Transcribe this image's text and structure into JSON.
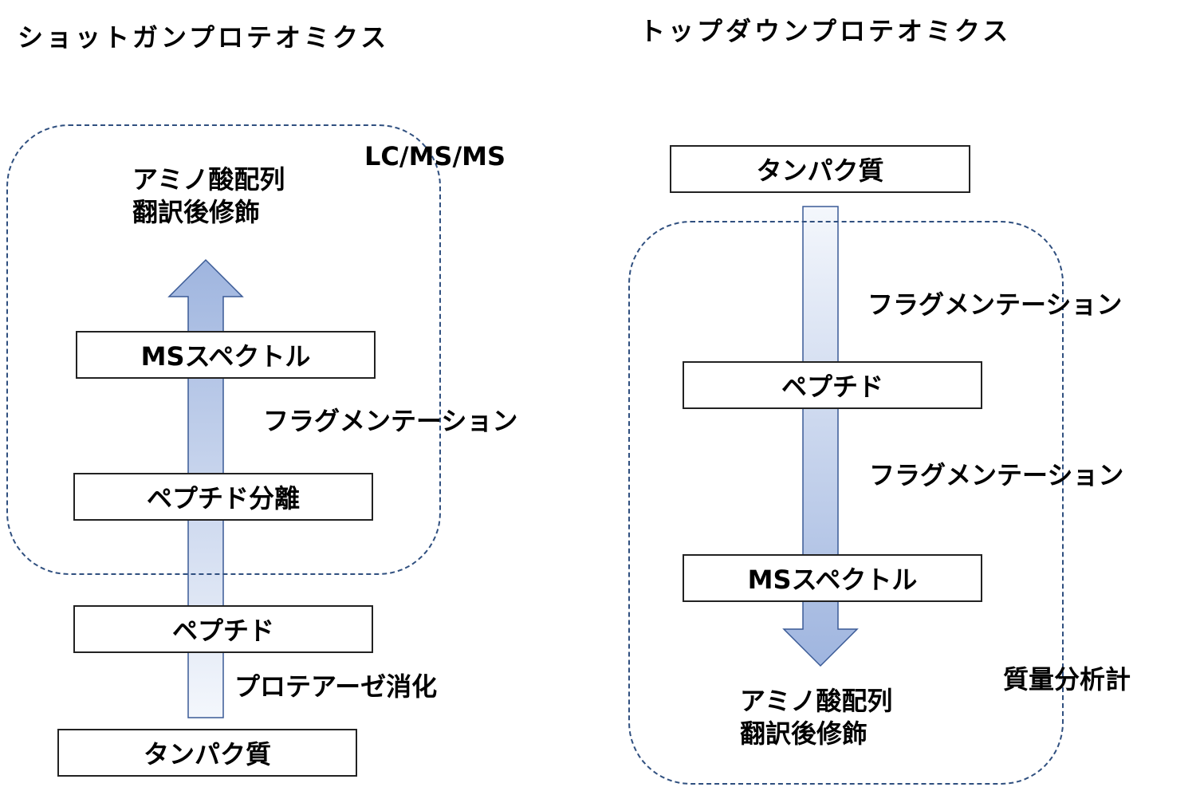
{
  "left_panel": {
    "title": "ショットガンプロテオミクス",
    "region_label": "LC/MS/MS",
    "result": {
      "line1": "アミノ酸配列",
      "line2": "翻訳後修飾"
    },
    "boxes": {
      "ms_spectrum": "MSスペクトル",
      "peptide_separation": "ペプチド分離",
      "peptide": "ペプチド",
      "protein": "タンパク質"
    },
    "steps": {
      "fragmentation": "フラグメンテーション",
      "protease_digestion": "プロテアーゼ消化"
    }
  },
  "right_panel": {
    "title": "トップダウンプロテオミクス",
    "region_label": "質量分析計",
    "boxes": {
      "protein": "タンパク質",
      "peptide": "ペプチド",
      "ms_spectrum": "MSスペクトル"
    },
    "steps": {
      "fragmentation_1": "フラグメンテーション",
      "fragmentation_2": "フラグメンテーション"
    },
    "result": {
      "line1": "アミノ酸配列",
      "line2": "翻訳後修飾"
    }
  },
  "colors": {
    "arrow_light": "#eef2fa",
    "arrow_dark": "#9fb5df",
    "arrow_border": "#3a5a96",
    "dashed_border": "#2f4f7f",
    "box_border": "#222222"
  }
}
